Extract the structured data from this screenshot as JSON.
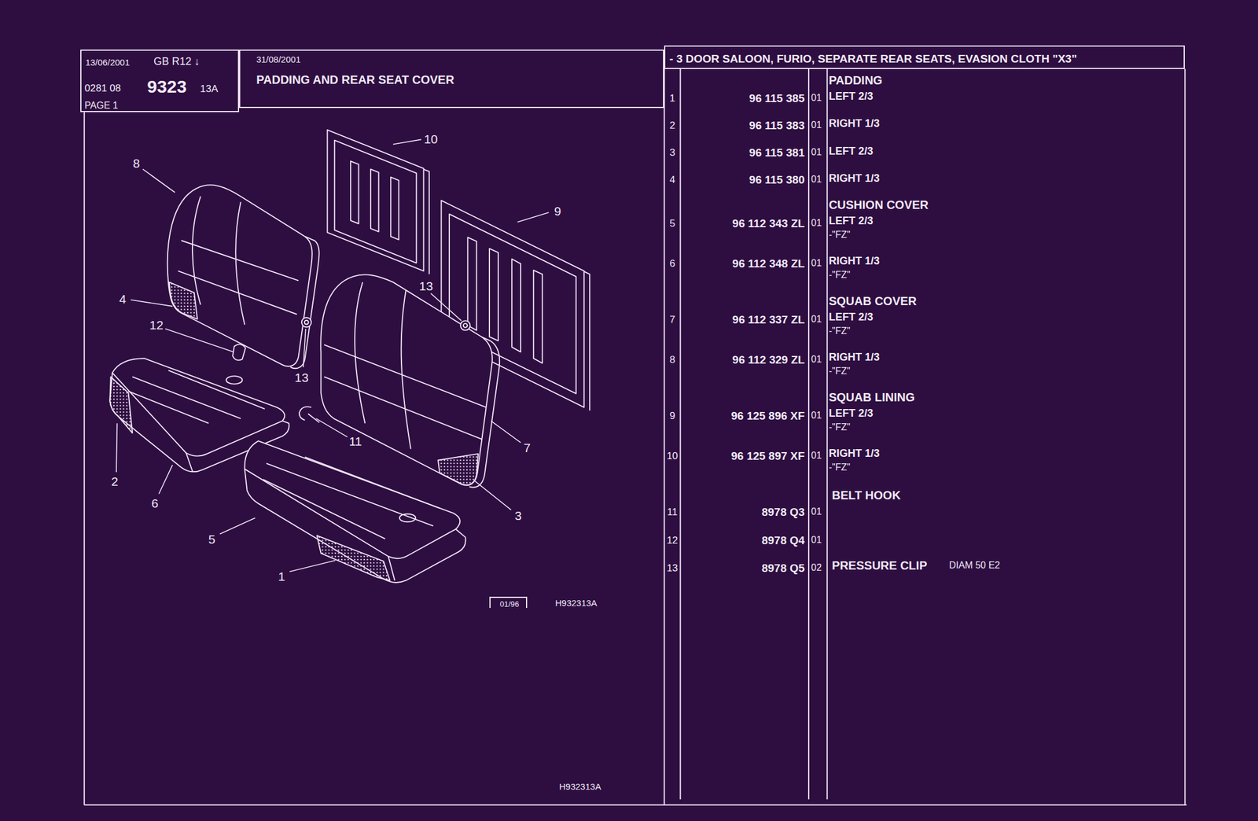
{
  "diagram": {
    "nodes": [
      {
        "text": [
          "13/06/2001",
          "GB R12 ↓",
          "0281 08",
          "9323",
          "13A",
          "PAGE 1"
        ]
      },
      {
        "text": [
          "31/08/2001",
          "PADDING AND REAR SEAT COVER"
        ]
      },
      {
        "text": [
          "- 3 DOOR SALOON, FURIO, SEPARATE REAR SEATS, EVASION CLOTH \"X3\""
        ]
      },
      {
        "text": [
          "01/96"
        ]
      }
    ],
    "labels": [
      "8",
      "10",
      "9",
      "4",
      "12",
      "13",
      "13",
      "11",
      "7",
      "2",
      "6",
      "3",
      "5",
      "1",
      "H932313A",
      "H932313A",
      "1",
      "96 115 385",
      "01",
      "PADDING",
      "LEFT 2/3",
      "2",
      "96 115 383",
      "01",
      "RIGHT 1/3",
      "3",
      "96 115 381",
      "01",
      "LEFT 2/3",
      "4",
      "96 115 380",
      "01",
      "RIGHT 1/3",
      "CUSHION COVER",
      "5",
      "96 112 343 ZL",
      "01",
      "LEFT 2/3",
      "-\"FZ\"",
      "6",
      "96 112 348 ZL",
      "01",
      "RIGHT 1/3",
      "-\"FZ\"",
      "SQUAB COVER",
      "7",
      "96 112 337 ZL",
      "01",
      "LEFT 2/3",
      "-\"FZ\"",
      "8",
      "96 112 329 ZL",
      "01",
      "RIGHT 1/3",
      "-\"FZ\"",
      "SQUAB LINING",
      "9",
      "96 125 896 XF",
      "01",
      "LEFT 2/3",
      "-\"FZ\"",
      "10",
      "96 125 897 XF",
      "01",
      "RIGHT 1/3",
      "-\"FZ\"",
      "BELT HOOK",
      "11",
      "8978 Q3",
      "01",
      "12",
      "8978 Q4",
      "01",
      "13",
      "8978 Q5",
      "02",
      "PRESSURE CLIP",
      "DIAM 50 E2"
    ]
  }
}
